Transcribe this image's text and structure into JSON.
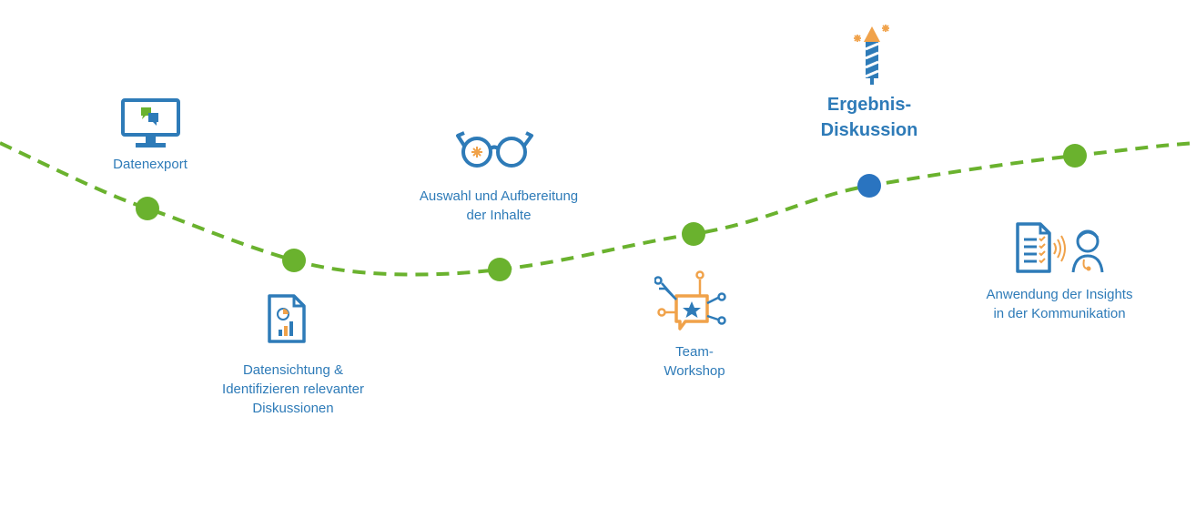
{
  "colors": {
    "path": "#6ab22e",
    "node": "#6ab22e",
    "active_node": "#2a74c0",
    "blue": "#2e7bb8",
    "orange": "#f0a24a"
  },
  "steps": [
    {
      "lines": [
        "Datenexport"
      ],
      "icon": "monitor-chat-icon"
    },
    {
      "lines": [
        "Datensichtung &",
        "Identifizieren relevanter",
        "Diskussionen"
      ],
      "icon": "document-chart-icon"
    },
    {
      "lines": [
        "Auswahl und Aufbereitung",
        "der Inhalte"
      ],
      "icon": "glasses-icon"
    },
    {
      "lines": [
        "Team-",
        "Workshop"
      ],
      "icon": "network-star-icon"
    },
    {
      "lines": [
        "Ergebnis-",
        "Diskussion"
      ],
      "icon": "rocket-icon",
      "highlighted": true
    },
    {
      "lines": [
        "Anwendung der Insights",
        "in der Kommunikation"
      ],
      "icon": "document-person-icon"
    }
  ]
}
